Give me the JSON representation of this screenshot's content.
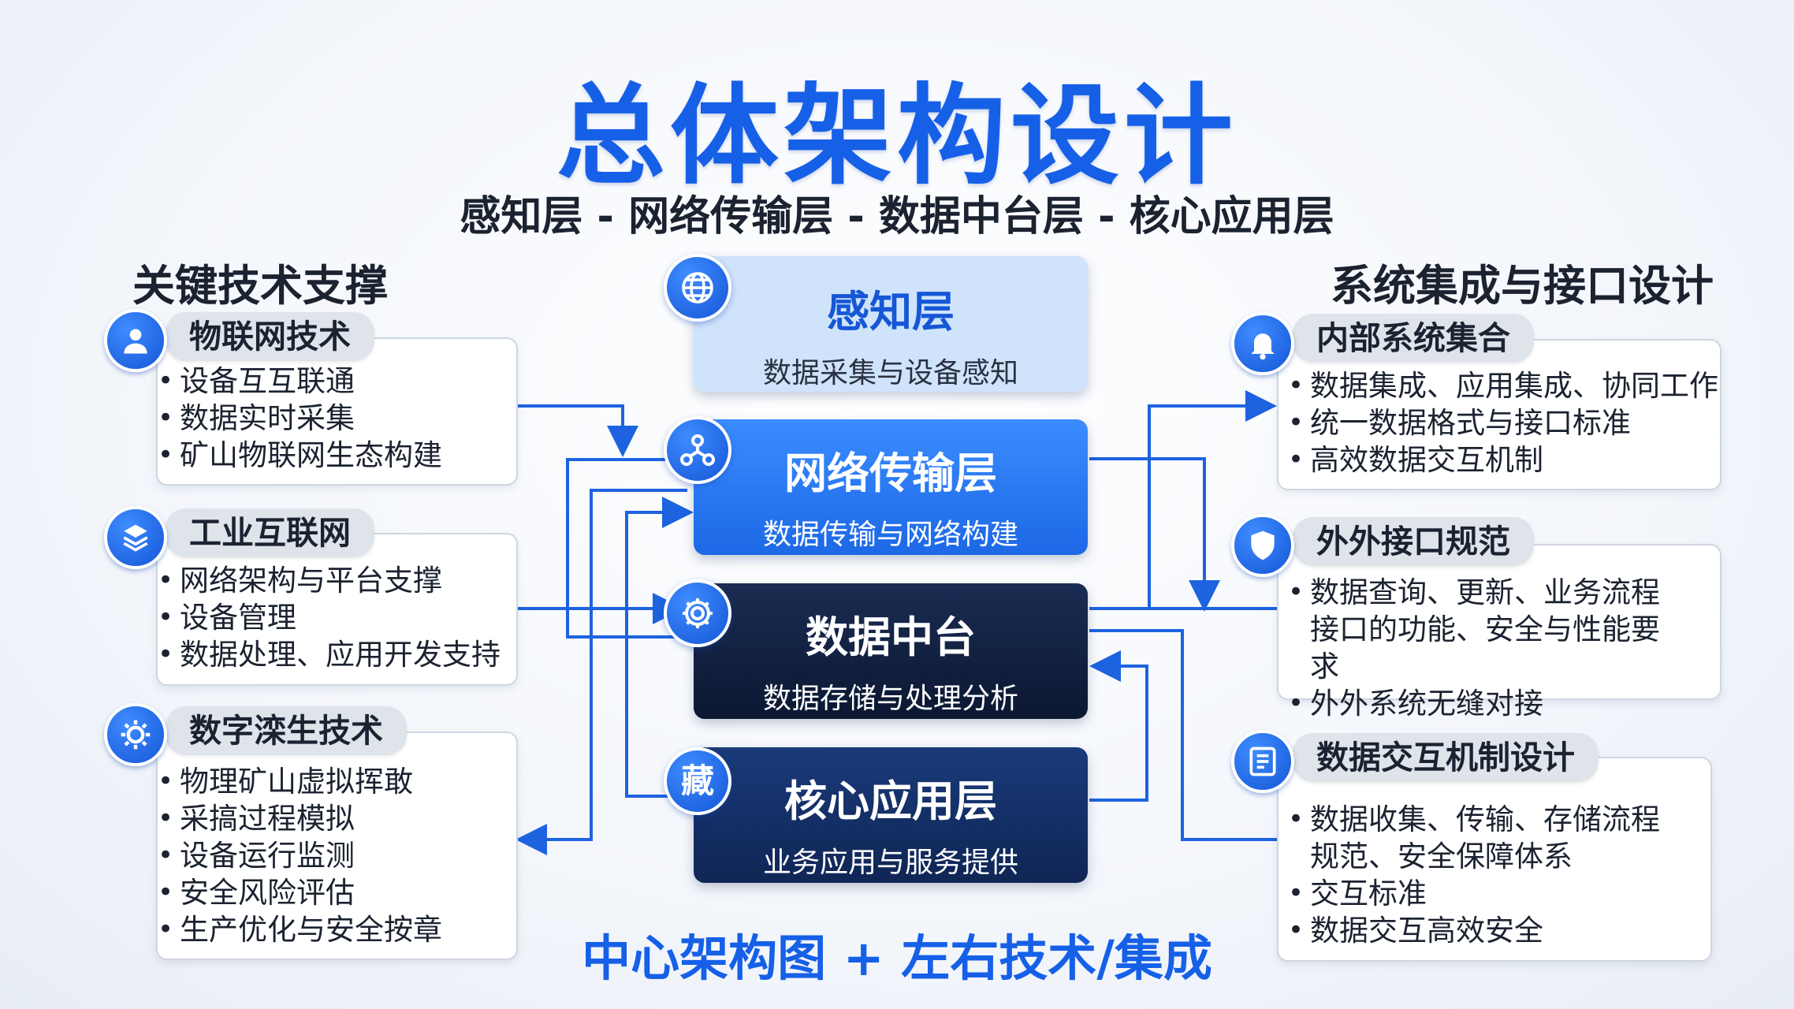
{
  "title": "总体架构设计",
  "subtitle": "感知层 - 网络传输层 - 数据中台层 - 核心应用层",
  "left_section": {
    "title": "关键技术支撑",
    "cards": [
      {
        "title": "物联网技术",
        "icon": "user-icon",
        "items": [
          "设备互互联通",
          "数据实时采集",
          "矿山物联网生态构建"
        ]
      },
      {
        "title": "工业互联网",
        "icon": "network-gear-icon",
        "items": [
          "网络架构与平台支撑",
          "设备管理",
          "数据处理、应用开发支持"
        ]
      },
      {
        "title": "数字滦生技术",
        "icon": "sun-gear-icon",
        "items": [
          "物理矿山虚拟挥敢",
          "采搞过程模拟",
          "设备运行监测",
          "安全风险评估",
          "生产优化与安全按章"
        ]
      }
    ]
  },
  "right_section": {
    "title": "系统集成与接口设计",
    "cards": [
      {
        "title": "内部系统集合",
        "icon": "bell-icon",
        "items": [
          "数据集成、应用集成、协同工作",
          "统一数据格式与接口标准",
          "高效数据交互机制"
        ]
      },
      {
        "title": "外外接口规范",
        "icon": "shield-icon",
        "items": [
          "数据查询、更新、业务流程接口的功能、安全与性能要求",
          "外外系统无缝对接"
        ]
      },
      {
        "title": "数据交互机制设计",
        "icon": "document-icon",
        "items": [
          "数据收集、传输、存储流程规范、安全保障体系",
          "交互标准",
          "数据交互高效安全"
        ]
      }
    ]
  },
  "layers": [
    {
      "title": "感知层",
      "subtitle": "数据采集与设备感知",
      "icon": "globe-icon",
      "bg": "#cfe3fb",
      "fg": "#1557d6"
    },
    {
      "title": "网络传输层",
      "subtitle": "数据传输与网络构建",
      "icon": "network-icon",
      "bg": "#2b7cf0",
      "fg": "#ffffff"
    },
    {
      "title": "数据中台",
      "subtitle": "数据存储与处理分析",
      "icon": "gear-icon",
      "bg": "#0f1e3c",
      "fg": "#ffffff"
    },
    {
      "title": "核心应用层",
      "subtitle": "业务应用与服务提供",
      "icon_text": "藏",
      "icon": "app-icon",
      "bg": "#122a5a",
      "fg": "#ffffff"
    }
  ],
  "bottom_text": "中心架构图 + 左右技术/集成",
  "colors": {
    "accent": "#1660e8",
    "connector": "#1d63e0"
  }
}
